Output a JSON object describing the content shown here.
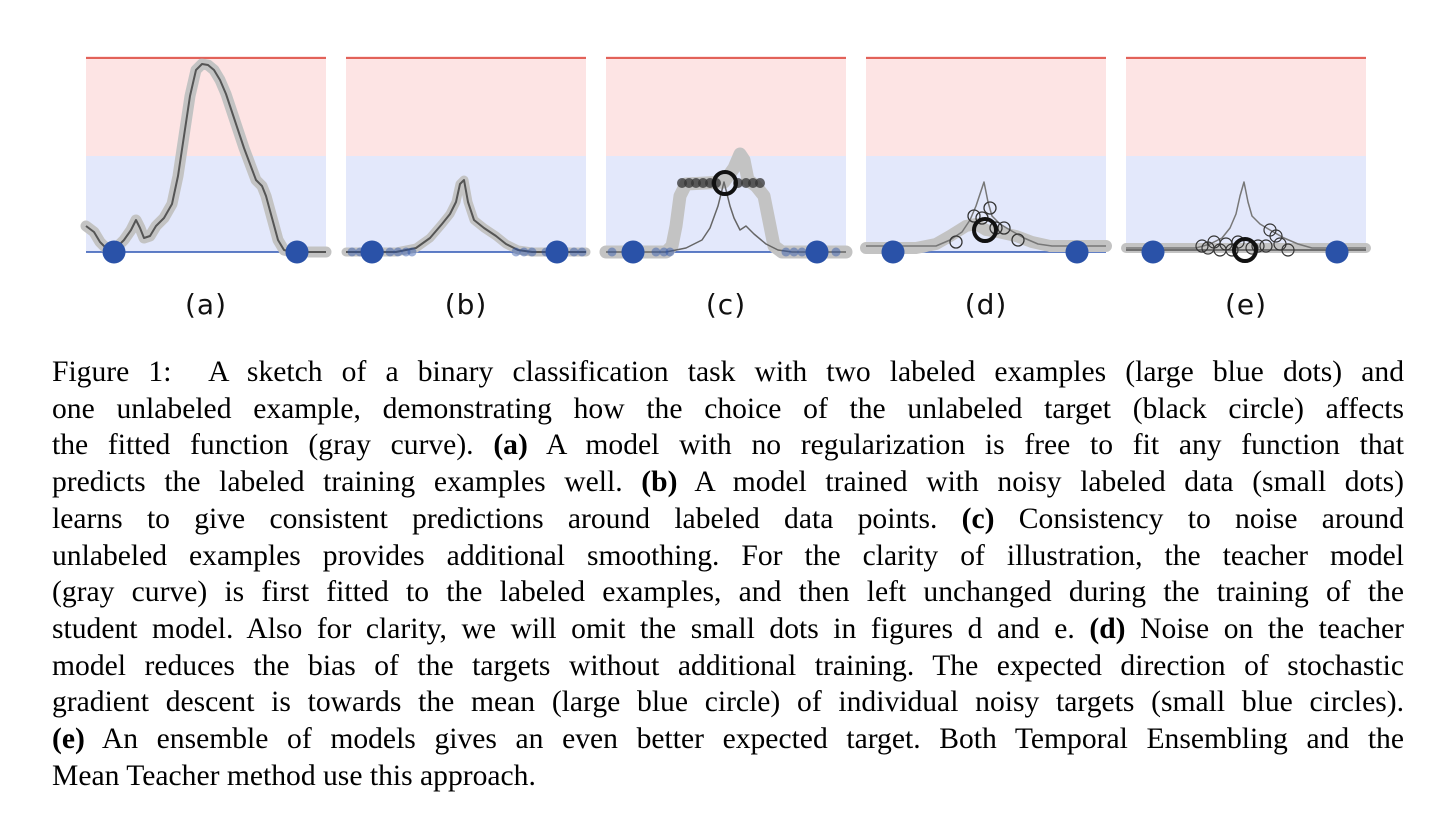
{
  "panels": [
    {
      "label": "(a)"
    },
    {
      "label": "(b)"
    },
    {
      "label": "(c)"
    },
    {
      "label": "(d)"
    },
    {
      "label": "(e)"
    }
  ],
  "colors": {
    "red_region": "#fde4e4",
    "blue_region": "#e3e8fb",
    "red_line": "#d9362b",
    "blue_line": "#2d55b3",
    "blue_dot": "#2a52a8",
    "curve_dark": "#555555",
    "curve_halo": "#c3c3c3"
  },
  "caption": {
    "prefix": "Figure 1:",
    "line1": "A sketch of a binary classification task with two labeled examples (large blue dots) and",
    "line2": "one unlabeled example, demonstrating how the choice of the unlabeled target (black circle) affects",
    "line3a": "the fitted function (gray curve).",
    "label_a": "(a)",
    "line3b": "A model with no regularization is free to fit any function that",
    "line4a": "predicts the labeled training examples well.",
    "label_b": "(b)",
    "line4b": "A model trained with noisy labeled data (small dots)",
    "line5a": "learns to give consistent predictions around labeled data points.",
    "label_c": "(c)",
    "line5b": "Consistency to noise around",
    "line6": "unlabeled examples provides additional smoothing. For the clarity of illustration, the teacher model",
    "line7": "(gray curve) is first fitted to the labeled examples, and then left unchanged during the training of the",
    "line8a": "student model. Also for clarity, we will omit the small dots in figures d and e.",
    "label_d": "(d)",
    "line8b": "Noise on the teacher",
    "line9": "model reduces the bias of the targets without additional training. The expected direction of stochastic",
    "line10": "gradient descent is towards the mean (large blue circle) of individual noisy targets (small blue circles).",
    "label_e": "(e)",
    "line11b": "An ensemble of models gives an even better expected target. Both Temporal Ensembling and the",
    "line12": "Mean Teacher method use this approach."
  }
}
